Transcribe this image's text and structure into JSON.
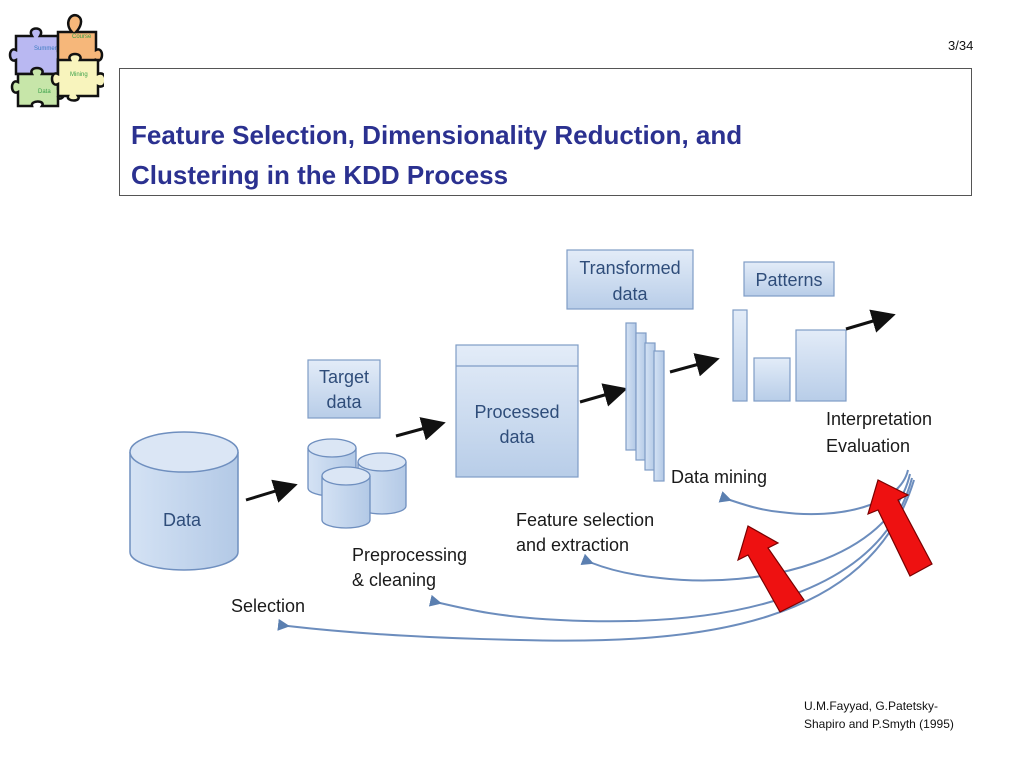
{
  "page": {
    "number": "3/34"
  },
  "logo": {
    "pieces": [
      "Summer",
      "Course",
      "Mining",
      "Data"
    ],
    "colors": [
      "#b9b8f2",
      "#f6b77a",
      "#f8f4bd",
      "#c7e6a9"
    ]
  },
  "title": {
    "line1": "Feature Selection, Dimensionality Reduction, and",
    "line2": "Clustering in the KDD Process",
    "color": "#2b3190"
  },
  "diagram": {
    "stores": {
      "data": "Data",
      "target": [
        "Target",
        "data"
      ],
      "processed": [
        "Processed",
        "data"
      ],
      "transformed": [
        "Transformed",
        "data"
      ],
      "patterns": "Patterns"
    },
    "steps": {
      "selection": "Selection",
      "preprocessing": [
        "Preprocessing",
        "& cleaning"
      ],
      "feature": [
        "Feature selection",
        "and extraction"
      ],
      "mining": "Data mining",
      "interpretation": [
        "Interpretation",
        "Evaluation"
      ]
    },
    "highlight_color": "#ee1111",
    "box_color": "#c9daf0"
  },
  "citation": {
    "line1": "U.M.Fayyad, G.Patetsky-",
    "line2": "Shapiro and P.Smyth (1995)"
  }
}
